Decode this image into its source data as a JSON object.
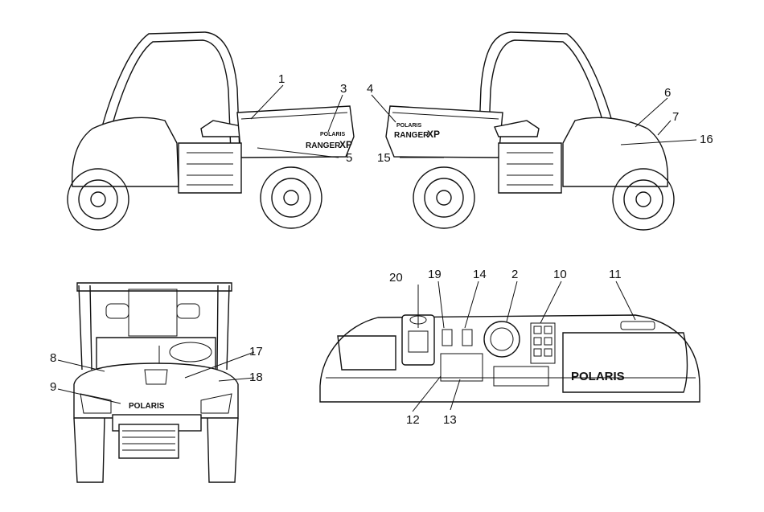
{
  "callouts": [
    "1",
    "2",
    "3",
    "4",
    "5",
    "6",
    "7",
    "8",
    "9",
    "10",
    "11",
    "12",
    "13",
    "14",
    "15",
    "16",
    "17",
    "18",
    "19",
    "20"
  ],
  "decals": {
    "brand": "POLARIS",
    "model": "RANGER",
    "model_suffix": "XP"
  }
}
